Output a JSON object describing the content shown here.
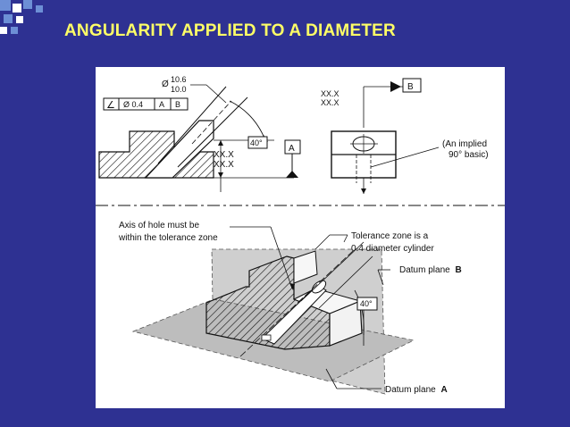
{
  "slide": {
    "title": "ANGULARITY APPLIED TO A DIAMETER",
    "colors": {
      "background": "#2e3192",
      "title": "#ffff66",
      "corner_squares": "#6d8fd6"
    }
  },
  "drawing_top": {
    "diameter_symbol": "Ø",
    "dim_upper": "10.6",
    "dim_lower": "10.0",
    "fcf": {
      "angularity_symbol": "∠",
      "tolerance": "Ø 0.4",
      "datum_primary": "A",
      "datum_secondary": "B"
    },
    "angle": "40°",
    "height_dim_upper": "XX.X",
    "height_dim_lower": "XX.X",
    "datum_a_label": "A",
    "datum_b_label": "B",
    "side_dim_upper": "XX.X",
    "side_dim_lower": "XX.X",
    "implied_note_line1": "(An implied",
    "implied_note_line2": "90° basic)"
  },
  "drawing_bottom": {
    "axis_note_line1": "Axis of hole must be",
    "axis_note_line2": "within the tolerance zone",
    "zone_note_line1": "Tolerance zone is a",
    "zone_note_line2": "0.4 diameter cylinder",
    "datum_plane_b": "Datum plane",
    "datum_plane_b_letter": "B",
    "angle": "40°",
    "datum_plane_a": "Datum plane",
    "datum_plane_a_letter": "A"
  }
}
